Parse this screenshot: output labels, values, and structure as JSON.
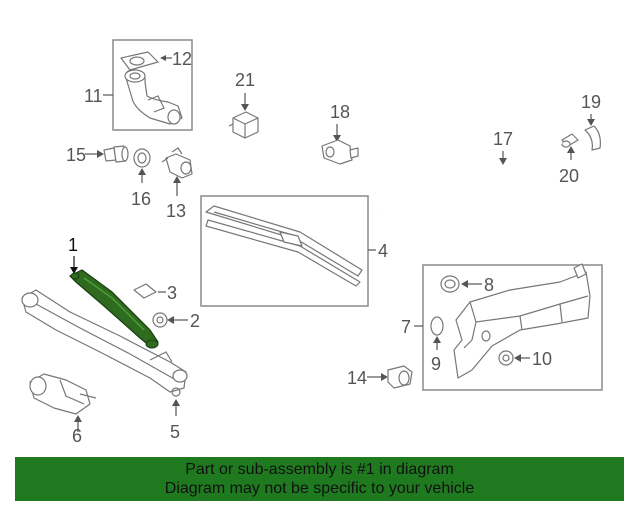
{
  "callouts": {
    "c1": "1",
    "c2": "2",
    "c3": "3",
    "c4": "4",
    "c5": "5",
    "c6": "6",
    "c7": "7",
    "c8": "8",
    "c9": "9",
    "c10": "10",
    "c11": "11",
    "c12": "12",
    "c13": "13",
    "c14": "14",
    "c15": "15",
    "c16": "16",
    "c17": "17",
    "c18": "18",
    "c19": "19",
    "c20": "20",
    "c21": "21"
  },
  "highlight_color": "#2e6b1e",
  "footer": {
    "line1": "Part or sub-assembly is #1 in diagram",
    "line2": "Diagram may not be specific to your vehicle",
    "background": "#1f7a1f"
  }
}
